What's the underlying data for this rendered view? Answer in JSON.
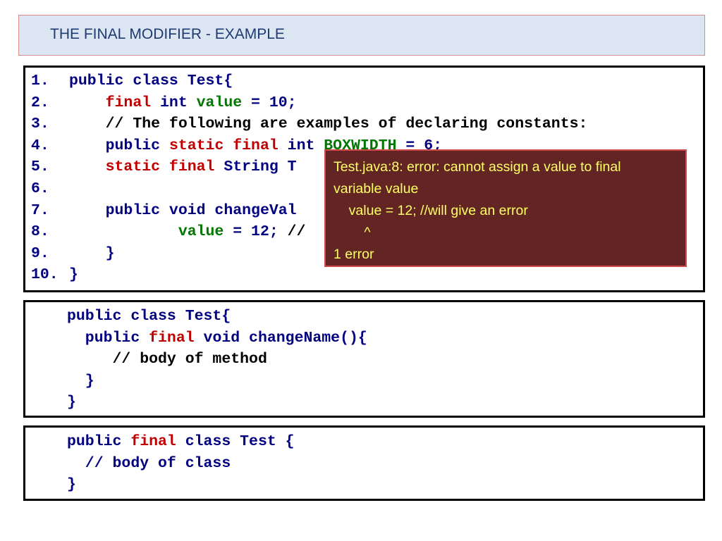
{
  "slide": {
    "title": "THE FINAL MODIFIER - EXAMPLE"
  },
  "box1": {
    "lines": [
      {
        "num": "1.",
        "tokens": [
          {
            "t": "public class Test{",
            "c": "k"
          }
        ]
      },
      {
        "num": "2.",
        "tokens": [
          {
            "t": "    ",
            "c": "b"
          },
          {
            "t": "final",
            "c": "r"
          },
          {
            "t": " int ",
            "c": "k"
          },
          {
            "t": "value",
            "c": "g"
          },
          {
            "t": " = 10;",
            "c": "k"
          }
        ]
      },
      {
        "num": "3.",
        "tokens": [
          {
            "t": "    // The following are examples of declaring constants:",
            "c": "b"
          }
        ]
      },
      {
        "num": "4.",
        "tokens": [
          {
            "t": "    public ",
            "c": "k"
          },
          {
            "t": "static final",
            "c": "r"
          },
          {
            "t": " int ",
            "c": "k"
          },
          {
            "t": "BOXWIDTH",
            "c": "g"
          },
          {
            "t": " = 6;",
            "c": "k"
          }
        ]
      },
      {
        "num": "5.",
        "tokens": [
          {
            "t": "    ",
            "c": "b"
          },
          {
            "t": "static final",
            "c": "r"
          },
          {
            "t": " String T",
            "c": "k"
          }
        ]
      },
      {
        "num": "6.",
        "tokens": []
      },
      {
        "num": "7.",
        "tokens": [
          {
            "t": "    public void changeVal",
            "c": "k"
          }
        ]
      },
      {
        "num": "8.",
        "tokens": [
          {
            "t": "            ",
            "c": "b"
          },
          {
            "t": "value",
            "c": "g"
          },
          {
            "t": " = 12; ",
            "c": "k"
          },
          {
            "t": "//",
            "c": "b"
          }
        ]
      },
      {
        "num": "9.",
        "tokens": [
          {
            "t": "    }",
            "c": "k"
          }
        ]
      },
      {
        "num": "10.",
        "tokens": [
          {
            "t": "}",
            "c": "k"
          }
        ]
      }
    ]
  },
  "error_popup": {
    "lines": [
      "Test.java:8: error: cannot assign a value to final",
      "variable value",
      "    value = 12; //will give an error",
      "        ^",
      "1 error"
    ]
  },
  "box2": {
    "lines": [
      {
        "tokens": [
          {
            "t": "public class Test{",
            "c": "k"
          }
        ]
      },
      {
        "tokens": [
          {
            "t": "  public ",
            "c": "k"
          },
          {
            "t": "final",
            "c": "r"
          },
          {
            "t": " void changeName(){",
            "c": "k"
          }
        ]
      },
      {
        "tokens": [
          {
            "t": "     // body of method",
            "c": "b"
          }
        ]
      },
      {
        "tokens": [
          {
            "t": "  }",
            "c": "k"
          }
        ]
      },
      {
        "tokens": [
          {
            "t": "}",
            "c": "k"
          }
        ]
      }
    ]
  },
  "box3": {
    "lines": [
      {
        "tokens": [
          {
            "t": "public ",
            "c": "k"
          },
          {
            "t": "final",
            "c": "r"
          },
          {
            "t": " class Test {",
            "c": "k"
          }
        ]
      },
      {
        "tokens": [
          {
            "t": "  // body of class",
            "c": "k"
          }
        ]
      },
      {
        "tokens": [
          {
            "t": "}",
            "c": "k"
          }
        ]
      }
    ]
  }
}
